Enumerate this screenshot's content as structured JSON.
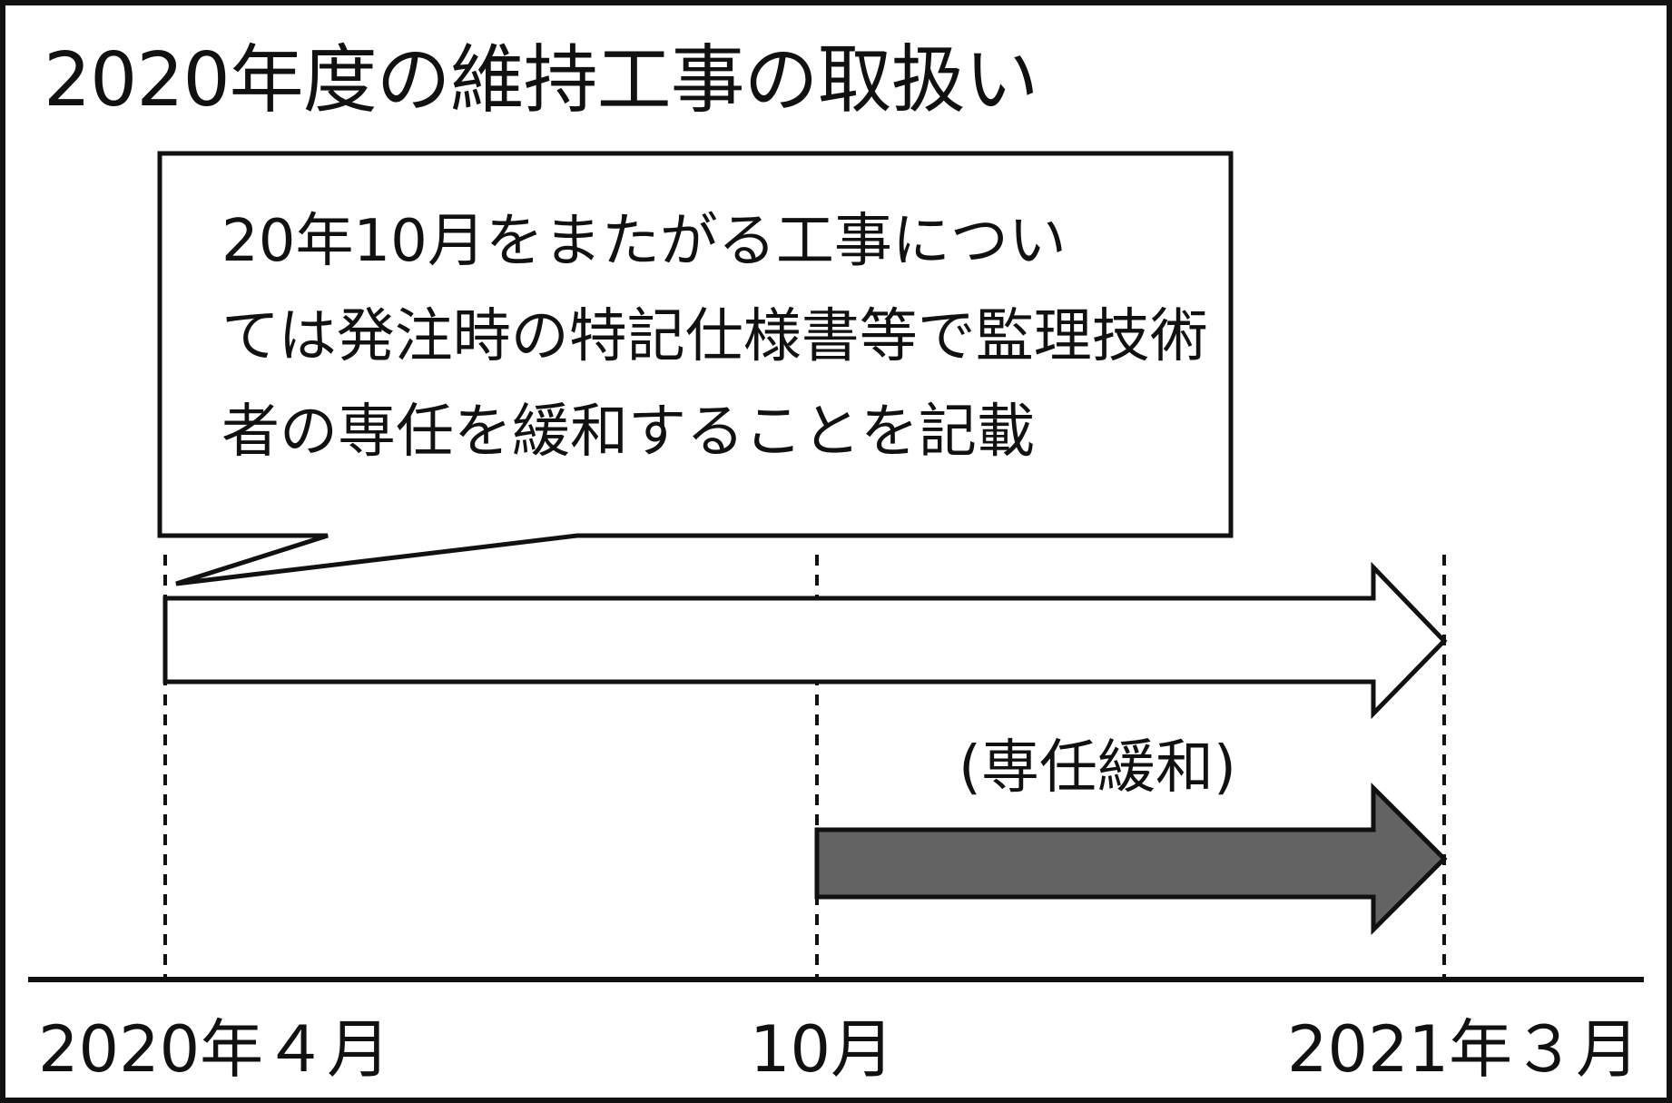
{
  "title": "2020年度の維持工事の取扱い",
  "callout": {
    "lines": [
      "20年10月をまたがる工事につい",
      "ては発注時の特記仕様書等で監理技術",
      "者の専任を緩和することを記載"
    ]
  },
  "relief_label": "(専任緩和)",
  "timeline": {
    "start_label": "2020年４月",
    "mid_label": "10月",
    "end_label": "2021年３月"
  },
  "colors": {
    "line": "#111111",
    "relief_arrow_fill": "#636363",
    "background": "#ffffff"
  }
}
